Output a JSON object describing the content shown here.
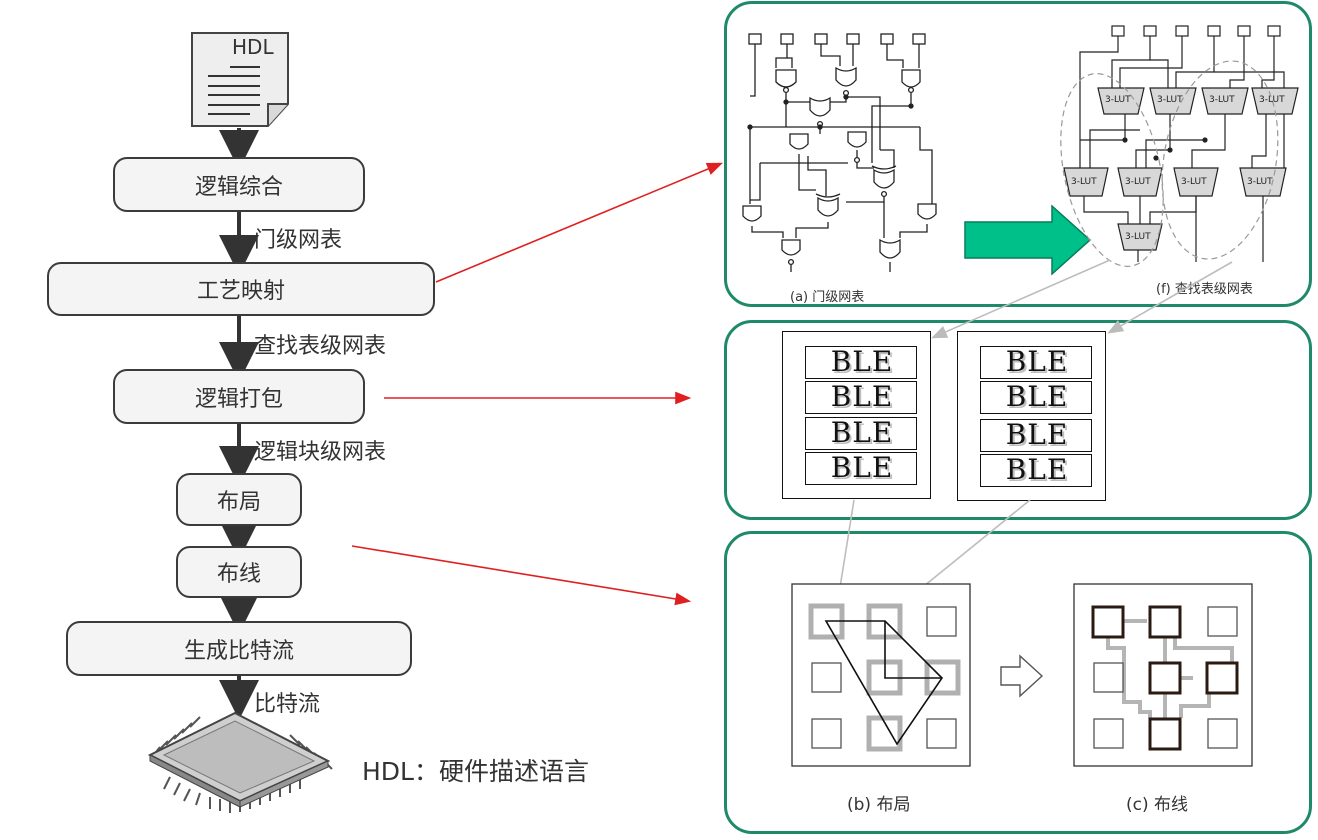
{
  "flow": {
    "doc_label": "HDL",
    "steps": [
      "逻辑综合",
      "工艺映射",
      "逻辑打包",
      "布局",
      "布线",
      "生成比特流"
    ],
    "edges": [
      "门级网表",
      "查找表级网表",
      "逻辑块级网表",
      "比特流"
    ],
    "legend": "HDL：硬件描述语言"
  },
  "panel_mapping": {
    "caption_a": "(a) 门级网表",
    "caption_b": "(f) 查找表级网表",
    "lut_label": "3-LUT"
  },
  "panel_packing": {
    "group1": [
      "BLE",
      "BLE",
      "BLE",
      "BLE"
    ],
    "group2": [
      "BLE",
      "BLE",
      "BLE",
      "BLE"
    ]
  },
  "panel_place_route": {
    "caption_place": "(b) 布局",
    "caption_route": "(c) 布线"
  },
  "colors": {
    "panel_border": "#1e8a6a",
    "pointer_arrow": "#e02020",
    "big_arrow": "#00c08a"
  }
}
